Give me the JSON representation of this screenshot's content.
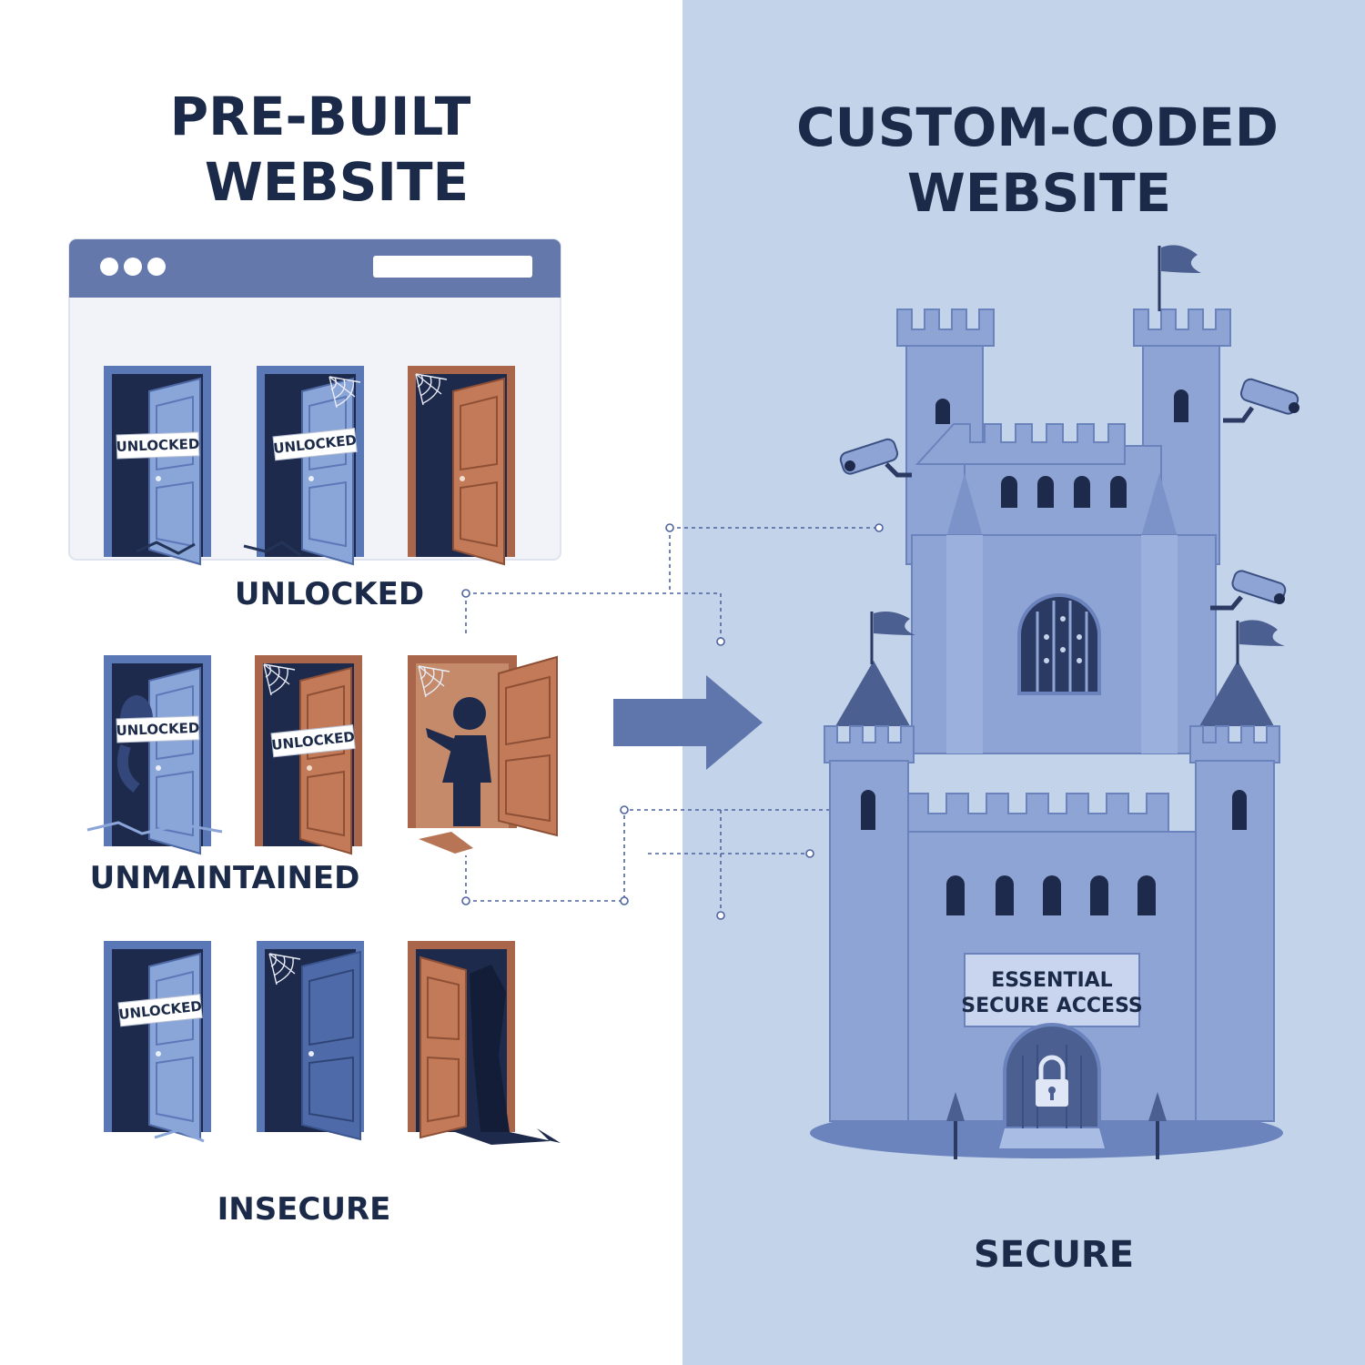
{
  "left": {
    "title_line1": "PRE-BUILT",
    "title_line2": "WEBSITE",
    "tag_text": "UNLOCKED",
    "rows": [
      {
        "caption": "UNLOCKED"
      },
      {
        "caption": "UNMAINTAINED"
      },
      {
        "caption": "INSECURE"
      }
    ]
  },
  "right": {
    "title_line1": "CUSTOM-CODED",
    "title_line2": "WEBSITE",
    "sign_line1": "ESSENTIAL",
    "sign_line2": "SECURE ACCESS",
    "caption": "SECURE"
  },
  "icons": [
    "browser-window-icon",
    "open-door-icon",
    "arrow-right-icon",
    "castle-icon",
    "padlock-icon",
    "security-camera-icon",
    "flag-icon"
  ],
  "colors": {
    "left_background": "#ffffff",
    "right_background": "#c3d3ea",
    "navy": "#1b2a48",
    "blue_door": "#7f9bd0",
    "wood_door": "#a9664a",
    "castle_stone": "#8ea4d4"
  }
}
